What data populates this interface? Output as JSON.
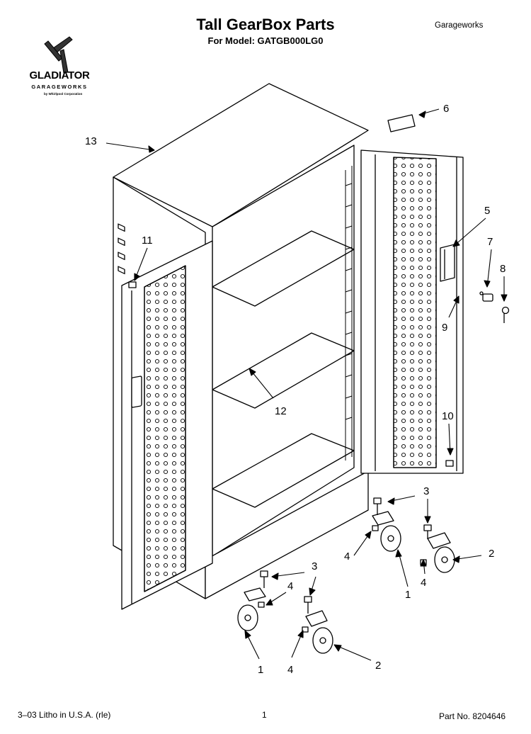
{
  "header": {
    "title": "Tall GearBox Parts",
    "model_line": "For Model: GATGB000LG0",
    "brand_corner": "Garageworks"
  },
  "logo": {
    "wordmark": "GLADIATOR",
    "subtitle": "GARAGEWORKS",
    "tagline": "by Whirlpool Corporation",
    "icon": "gladiator-blades-icon"
  },
  "callouts": {
    "c1a": "1",
    "c1b": "1",
    "c2a": "2",
    "c2b": "2",
    "c3a": "3",
    "c3b": "3",
    "c4a": "4",
    "c4b": "4",
    "c4c": "4",
    "c4d": "4",
    "c5": "5",
    "c6": "6",
    "c7": "7",
    "c8": "8",
    "c9": "9",
    "c10": "10",
    "c11": "11",
    "c12": "12",
    "c13": "13"
  },
  "footer": {
    "litho": "3–03 Litho in U.S.A. (rle)",
    "page": "1",
    "part_number": "Part No. 8204646"
  }
}
